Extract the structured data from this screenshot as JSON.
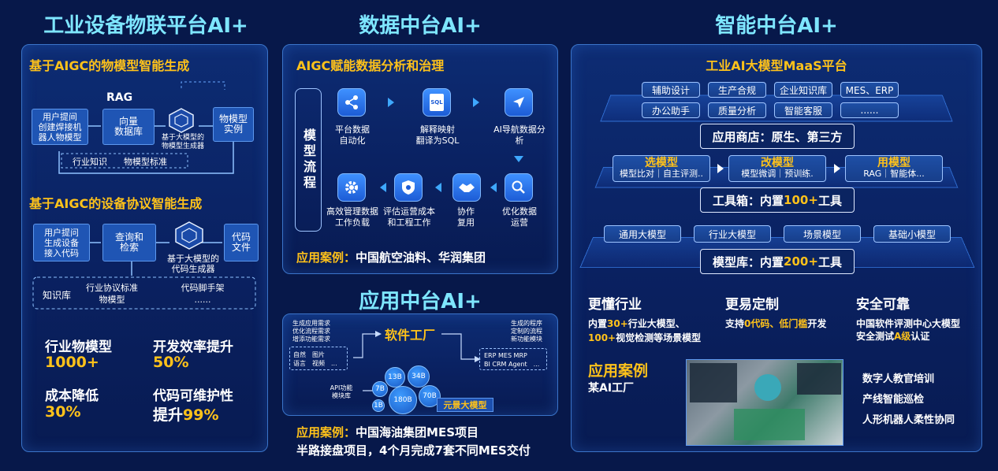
{
  "columns": {
    "industrial": {
      "title": "工业设备物联平台AI+",
      "section1": {
        "heading": "基于AIGC的物模型智能生成",
        "rag": "RAG",
        "input": "用户提间\n创建焊接机\n器人物模型",
        "db": "向量\n数据库",
        "gen": "基于大模型的\n物模型生成器",
        "out": "物模型\n实例",
        "k1": "行业知识",
        "k2": "物模型标准"
      },
      "section2": {
        "heading": "基于AIGC的设备协议智能生成",
        "input": "用户提问\n生成设备\n接入代码",
        "query": "查询和\n检索",
        "gen": "基于大模型的\n代码生成器",
        "out": "代码\n文件",
        "kb": "知识库",
        "k1": "行业协议标准\n物模型",
        "k2": "代码脚手架\n......"
      },
      "stats": [
        {
          "label": "行业物模型",
          "value": "1000+"
        },
        {
          "label": "开发效率提升",
          "value": "50%"
        },
        {
          "label": "成本降低",
          "value": "30%"
        },
        {
          "label": "代码可维护性",
          "prefix": "提升",
          "value": "99%"
        }
      ]
    },
    "data": {
      "title": "数据中台AI+",
      "heading": "AIGC赋能数据分析和治理",
      "side": "模型流程",
      "steps": [
        {
          "label": "平台数据\n自动化",
          "icon": "share-nodes-icon"
        },
        {
          "label": "解释映射\n翻译为SQL",
          "icon": "sql-file-icon"
        },
        {
          "label": "AI导航数据分\n析",
          "icon": "navigation-arrow-icon"
        },
        {
          "label": "优化数据\n运营",
          "icon": "magnifier-icon"
        },
        {
          "label": "协作\n复用",
          "icon": "handshake-icon"
        },
        {
          "label": "评估运营成本\n和工程工作",
          "icon": "shield-icon"
        },
        {
          "label": "高效管理数据\n工作负载",
          "icon": "gear-icon"
        }
      ],
      "case_label": "应用案例：",
      "case_text": "中国航空油料、华润集团"
    },
    "app": {
      "title": "应用中台AI+",
      "left_req": "生成应用需求\n优化流程需求\n增添功能需求",
      "left_input": "自然　图片\n语言　视频　...",
      "factory": "软件工厂",
      "right_top": "生成的程序\n定制的流程\n新功能模块",
      "right_box": "ERP MES MRP\nBI CRM Agent　...",
      "api": "API功能\n模块库",
      "bubbles": [
        "13B",
        "34B",
        "7B",
        "180B",
        "70B",
        "1B"
      ],
      "model_tag": "元景大模型",
      "case_label": "应用案例：",
      "case_text": "中国海油集团MES项目",
      "case_text2": "半路接盘项目，4个月完成7套不同MES交付"
    },
    "intel": {
      "title": "智能中台AI+",
      "maas": "工业AI大模型MaaS平台",
      "apps": [
        "辅助设计",
        "生产合规",
        "企业知识库",
        "MES、ERP",
        "办公助手",
        "质量分析",
        "智能客服",
        "......"
      ],
      "store": "应用商店：原生、第三方",
      "stages": [
        {
          "title": "选模型",
          "sub": "模型比对｜自主评测.."
        },
        {
          "title": "改模型",
          "sub": "模型微调｜预训练."
        },
        {
          "title": "用模型",
          "sub": "RAG｜智能体..."
        }
      ],
      "toolbox_pre": "工具箱：内置",
      "toolbox_num": "100+",
      "toolbox_post": "工具",
      "models": [
        "通用大模型",
        "行业大模型",
        "场景模型",
        "基础小模型"
      ],
      "modellib_pre": "模型库：内置",
      "modellib_num": "200+",
      "modellib_post": "工具",
      "features": [
        {
          "title": "更懂行业",
          "l1a": "内置",
          "l1b": "30+",
          "l1c": "行业大模型、",
          "l2a": "100+",
          "l2b": "视觉检测等场景模型"
        },
        {
          "title": "更易定制",
          "l1a": "支持",
          "l1b": "0代码、低门槛",
          "l1c": "开发"
        },
        {
          "title": "安全可靠",
          "l1a": "中国软件评测中心大模型",
          "l2a": "安全测试",
          "l2b": "A级",
          "l2c": "认证"
        }
      ],
      "case_label": "应用案例",
      "case_name": "某AI工厂",
      "uses": [
        "数字人教官培训",
        "产线智能巡检",
        "人形机器人柔性协同"
      ]
    }
  }
}
